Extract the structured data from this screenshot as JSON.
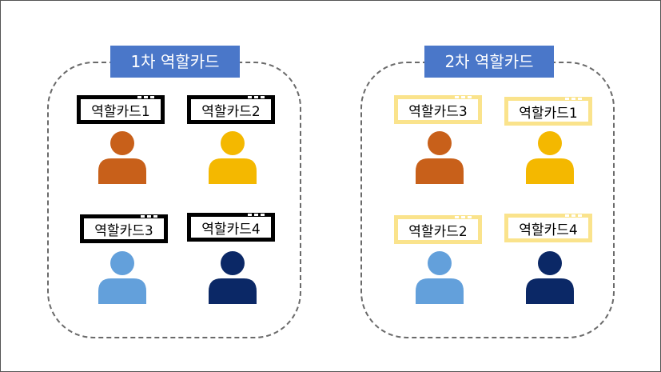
{
  "groups": [
    {
      "title": "1차 역할카드",
      "cards": [
        {
          "label": "역할카드1",
          "style": "black",
          "person_color": "#c8601a"
        },
        {
          "label": "역할카드2",
          "style": "black",
          "person_color": "#f4b800"
        },
        {
          "label": "역할카드3",
          "style": "black",
          "person_color": "#63a0db"
        },
        {
          "label": "역할카드4",
          "style": "black",
          "person_color": "#0b2866"
        }
      ]
    },
    {
      "title": "2차 역할카드",
      "cards": [
        {
          "label": "역할카드3",
          "style": "yellow",
          "person_color": "#c8601a"
        },
        {
          "label": "역할카드1",
          "style": "yellow",
          "person_color": "#f4b800"
        },
        {
          "label": "역할카드2",
          "style": "yellow",
          "person_color": "#63a0db"
        },
        {
          "label": "역할카드4",
          "style": "yellow",
          "person_color": "#0b2866"
        }
      ]
    }
  ],
  "colors": {
    "title_bg": "#4a77c9",
    "card_black_border": "#000000",
    "card_yellow_border": "#fae38c",
    "group_border": "#6a6a6a"
  }
}
